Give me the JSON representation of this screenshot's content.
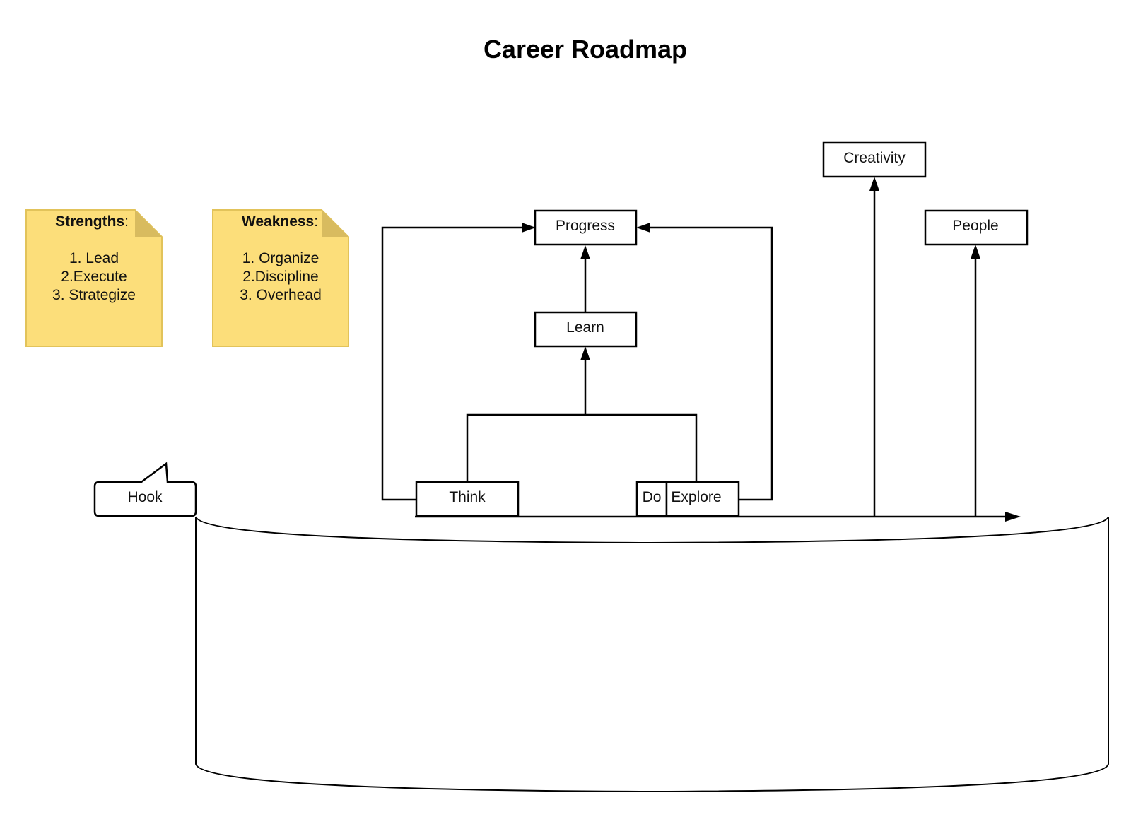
{
  "title": "Career Roadmap",
  "colors": {
    "note_fill": "#FCDE7A",
    "note_border": "#E2C35A",
    "note_fold": "#D8BB5F",
    "line": "#000000",
    "box_fill": "#FFFFFF"
  },
  "notes": [
    {
      "heading": "Strengths",
      "colon": ":",
      "items": [
        "1. Lead",
        "2.Execute",
        "3. Strategize"
      ]
    },
    {
      "heading": "Weakness",
      "colon": ":",
      "items": [
        "1. Organize",
        "2.Discipline",
        "3. Overhead"
      ]
    }
  ],
  "nodes": {
    "progress": "Progress",
    "learn": "Learn",
    "think": "Think",
    "do": "Do",
    "explore": "Explore",
    "creativity": "Creativity",
    "people": "People",
    "hook": "Hook"
  },
  "connectors": [
    {
      "from": "Learn",
      "to": "Progress"
    },
    {
      "from": "Think",
      "to": "Learn"
    },
    {
      "from": "Explore",
      "to": "Learn"
    },
    {
      "from": "Think",
      "to": "Progress"
    },
    {
      "from": "Explore",
      "to": "Progress"
    },
    {
      "from": "Timeline",
      "to": "Creativity"
    },
    {
      "from": "Timeline",
      "to": "People"
    }
  ]
}
